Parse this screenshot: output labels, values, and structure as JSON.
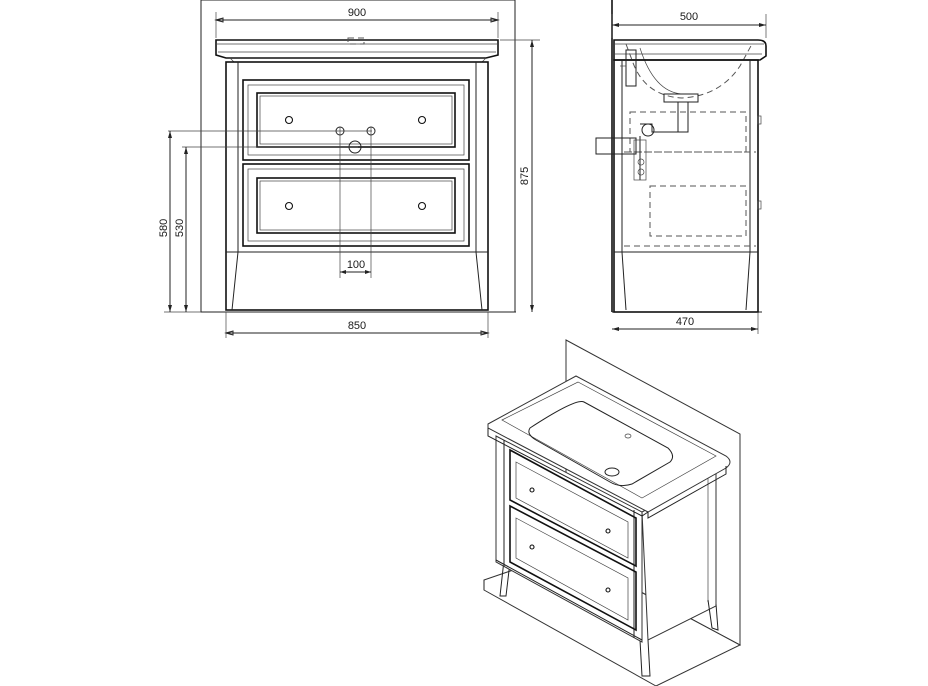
{
  "front_view": {
    "dim_top_width": "900",
    "dim_bottom_width": "850",
    "dim_height_total": "875",
    "dim_height_580": "580",
    "dim_height_530": "530",
    "dim_hole_spacing": "100"
  },
  "side_view": {
    "dim_top_depth": "500",
    "dim_bottom_depth": "470"
  },
  "colors": {
    "line": "#222222",
    "background": "#ffffff"
  }
}
